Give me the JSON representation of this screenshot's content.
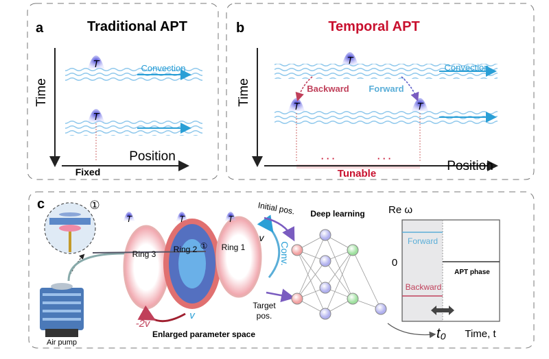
{
  "panel_a": {
    "label": "a",
    "title": "Traditional APT",
    "time_axis": "Time",
    "position_axis": "Position",
    "convection": "Convection",
    "fixed": "Fixed",
    "temp_marks": [
      "T",
      "T"
    ]
  },
  "panel_b": {
    "label": "b",
    "title": "Temporal APT",
    "time_axis": "Time",
    "position_axis": "Position",
    "convection": "Convection",
    "backward": "Backward",
    "forward": "Forward",
    "tunable": "Tunable",
    "dots_left": "· · ·",
    "dots_right": "· · ·",
    "temp_marks": [
      "T",
      "T",
      "T"
    ]
  },
  "panel_c": {
    "label": "c",
    "inset_marker": "①",
    "ring2_marker": "①",
    "rings": [
      "Ring 3",
      "Ring 2",
      "Ring 1"
    ],
    "temp_marks": [
      "T",
      "T",
      "T"
    ],
    "air_pump": "Air pump",
    "velocity": "v",
    "conv": "Conv.",
    "initial_pos": "Initial pos.",
    "target_pos": [
      "Target",
      "pos."
    ],
    "minus_2v": "-2v",
    "v_label": "v",
    "enlarged": "Enlarged parameter space",
    "deep_learning": "Deep learning",
    "plot": {
      "ylabel": "Re ω",
      "zero": "0",
      "forward": "Forward",
      "backward": "Backward",
      "apt_phase": "APT phase",
      "t0": "t₀",
      "xlabel": "Time, t"
    }
  },
  "colors": {
    "red_title": "#c8102e",
    "blue": "#2a9fd6",
    "forward_line": "#5aaed8",
    "backward_line": "#c0405a",
    "purple": "#7a5cc0"
  }
}
